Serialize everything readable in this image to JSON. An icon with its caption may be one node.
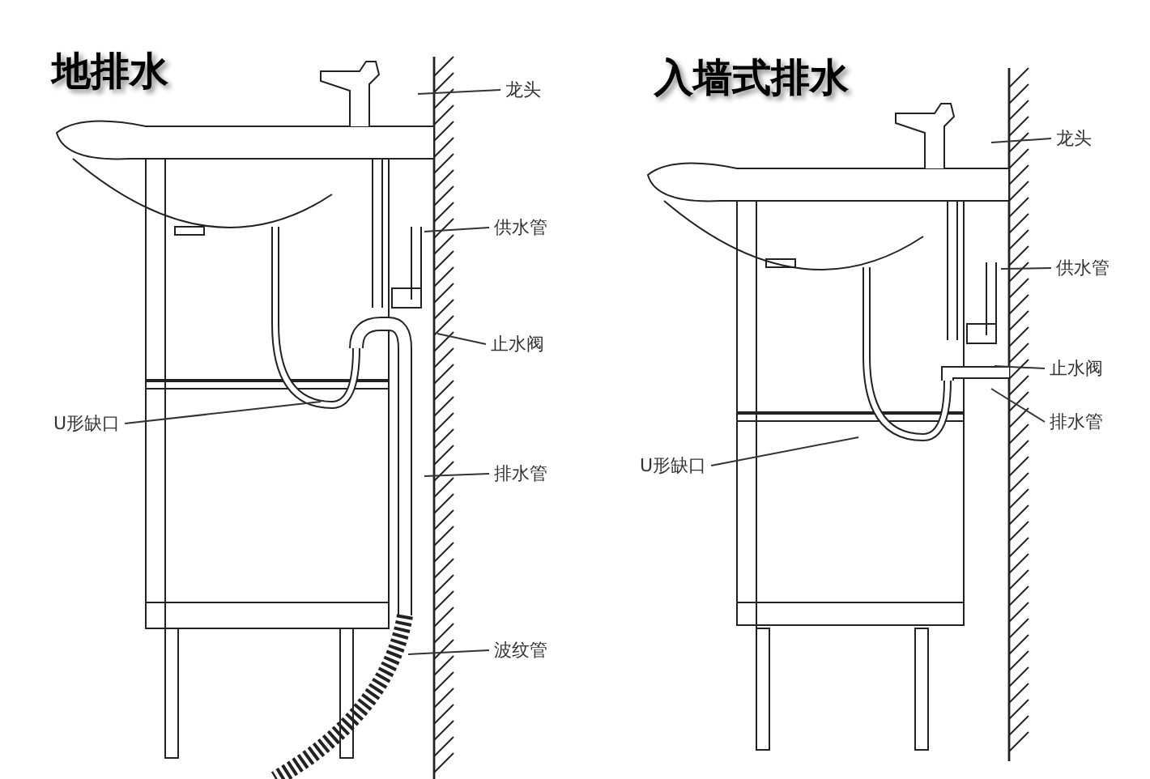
{
  "diagram": {
    "nodes": [
      {
        "text": [
          "龙头"
        ]
      },
      {
        "text": [
          "供水管"
        ]
      },
      {
        "text": [
          "止水阀"
        ]
      },
      {
        "text": [
          "U形缺口"
        ]
      },
      {
        "text": [
          "排水管"
        ]
      },
      {
        "text": [
          "波纹管"
        ]
      },
      {
        "text": [
          "龙头"
        ]
      },
      {
        "text": [
          "供水管"
        ]
      },
      {
        "text": [
          "止水阀"
        ]
      },
      {
        "text": [
          "排水管"
        ]
      },
      {
        "text": [
          "U形缺口"
        ]
      }
    ],
    "edges": [
      {
        "from": 0,
        "to": null,
        "arrow": "none"
      },
      {
        "from": 1,
        "to": null,
        "arrow": "none"
      },
      {
        "from": 2,
        "to": null,
        "arrow": "none"
      },
      {
        "from": 3,
        "to": null,
        "arrow": "none"
      },
      {
        "from": 4,
        "to": null,
        "arrow": "none"
      },
      {
        "from": 5,
        "to": null,
        "arrow": "none"
      },
      {
        "from": 6,
        "to": null,
        "arrow": "none"
      },
      {
        "from": 7,
        "to": null,
        "arrow": "none"
      },
      {
        "from": 8,
        "to": null,
        "arrow": "none"
      },
      {
        "from": 9,
        "to": null,
        "arrow": "none"
      },
      {
        "from": 10,
        "to": null,
        "arrow": "none"
      }
    ],
    "labels": [
      "地排水",
      "入墙式排水"
    ]
  }
}
